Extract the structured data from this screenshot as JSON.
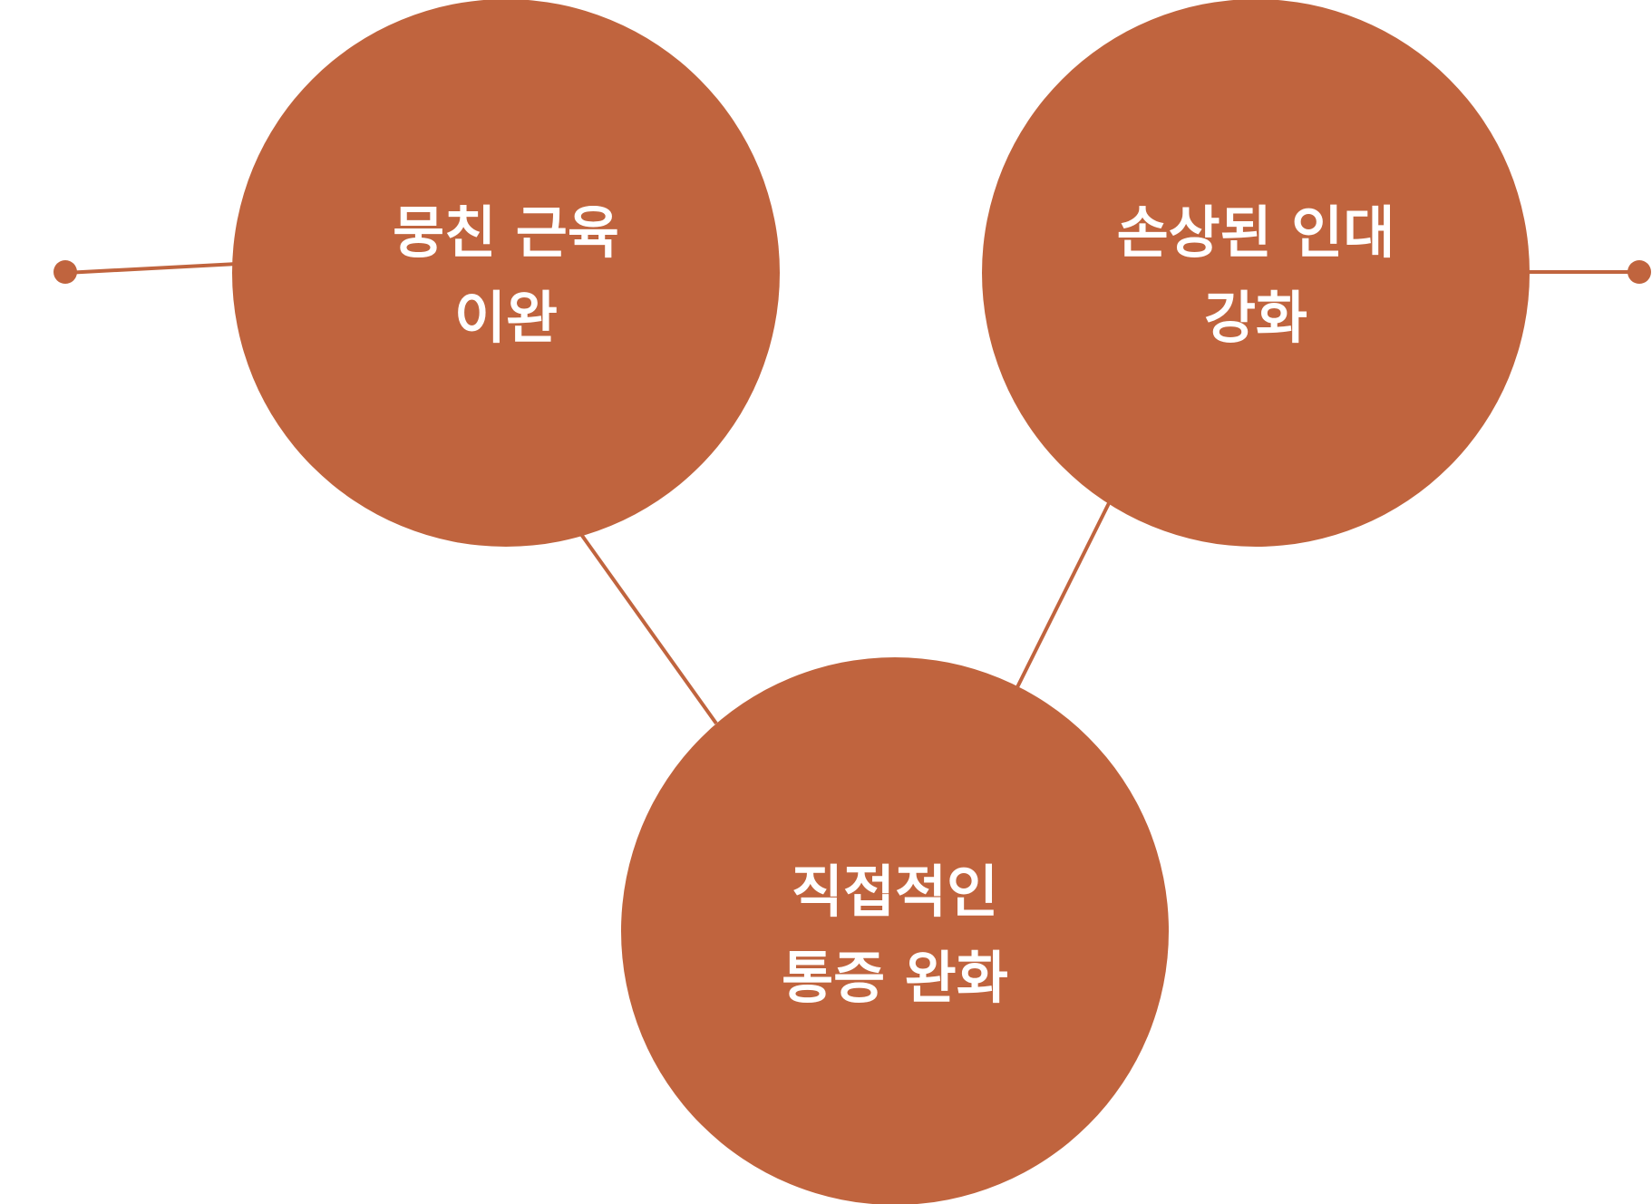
{
  "diagram": {
    "accent_color": "#c0643e",
    "label_color": "#ffffff",
    "nodes": [
      {
        "id": "node-1",
        "line1": "뭉친 근육",
        "line2": "이완"
      },
      {
        "id": "node-2",
        "line1": "손상된 인대",
        "line2": "강화"
      },
      {
        "id": "node-3",
        "line1": "직접적인",
        "line2": "통증 완화"
      }
    ]
  }
}
